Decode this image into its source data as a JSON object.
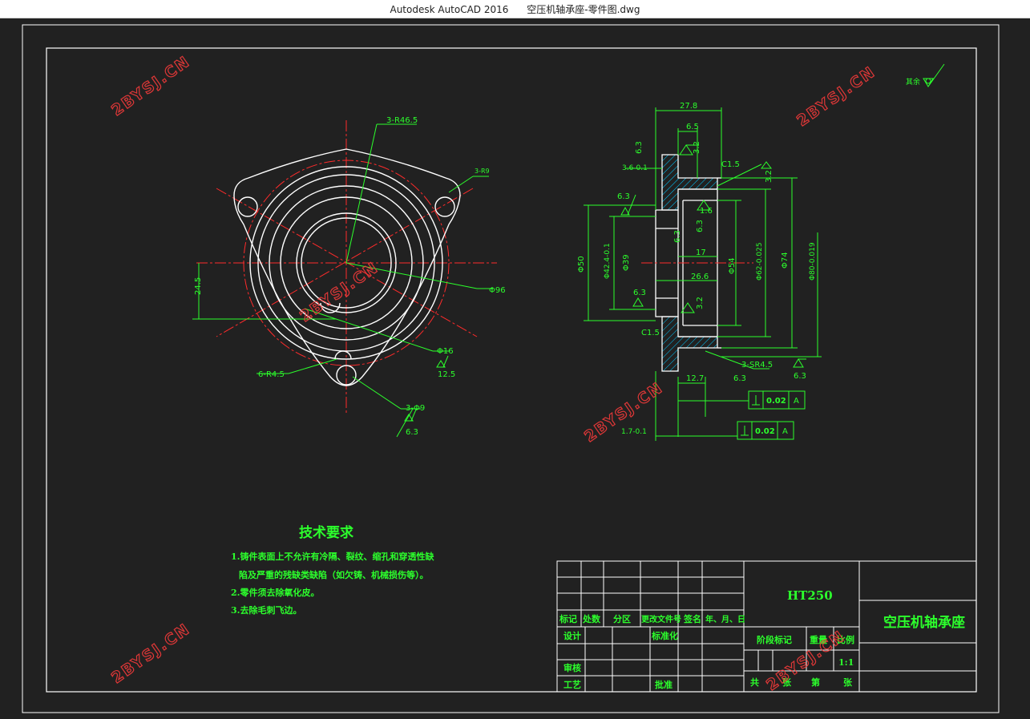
{
  "window": {
    "title": "Autodesk AutoCAD 2016      空压机轴承座-零件图.dwg"
  },
  "watermark": "2BYSJ.CN",
  "colors": {
    "background": "#212121",
    "line": "#ffffff",
    "dimension": "#2cff2c",
    "center": "#ff2b2b",
    "hatch": "#00c8ff",
    "watermark": "#ff3b3b"
  },
  "front_view": {
    "dims": {
      "r46": "3-R46.5",
      "r9": "3-R9",
      "d96": "Φ96",
      "d16": "Φ16",
      "r45": "6-R4.5",
      "d9": "3-Φ9",
      "h245": "24.5",
      "ra125": "12.5",
      "ra63": "6.3"
    }
  },
  "section_view": {
    "dims": {
      "w278": "27.8",
      "w65": "6.5",
      "ra63a": "6.3",
      "ra32a": "3.2",
      "t36": "3.6-0.1",
      "c15a": "C1.5",
      "ra32b": "3.2",
      "ra63b": "6.3",
      "ra16": "1.6",
      "ra63c": "6.3",
      "ra63d": "6.3",
      "d50": "Φ50",
      "d424": "Φ42.4-0.1",
      "d39": "Φ39",
      "w17": "17",
      "w266": "26.6",
      "d54": "Φ54",
      "d62": "Φ62-0.025",
      "d74": "Φ74",
      "d80": "Φ80-0.019",
      "ra63e": "6.3",
      "ra32c": "3.2",
      "c15b": "C1.5",
      "sr": "3-SR4.5",
      "ra63f": "6.3",
      "ra63g": "6.3",
      "w127": "12.7",
      "w17b": "1.7-0.1",
      "tol1": "0.02",
      "datum1": "A",
      "tol2": "0.02",
      "datum2": "A"
    },
    "roughness_note": "其余"
  },
  "tech_req": {
    "title": "技术要求",
    "lines": [
      "1.铸件表面上不允许有冷隔、裂纹、缩孔和穿透性缺",
      "陷及严重的残缺类缺陷（如欠铸、机械损伤等）。",
      "2.零件须去除氧化皮。",
      "3.去除毛刺飞边。"
    ]
  },
  "title_block": {
    "material": "HT250",
    "part_name": "空压机轴承座",
    "headers": [
      "标记",
      "处数",
      "分区",
      "更改文件号",
      "签名",
      "年、月、日"
    ],
    "design": "设计",
    "standard": "标准化",
    "review": "审核",
    "process": "工艺",
    "approve": "批准",
    "stage": "阶段标记",
    "weight": "重量",
    "scale_label": "比例",
    "scale": "1:1",
    "total": "共",
    "sheets": "张",
    "page": "第",
    "page_sheets": "张"
  }
}
